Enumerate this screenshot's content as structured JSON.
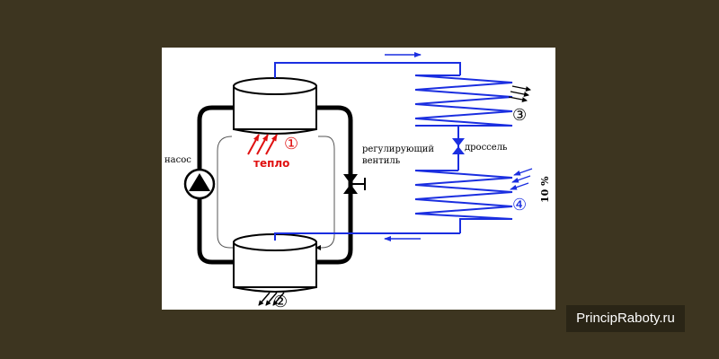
{
  "labels": {
    "pump": "насос",
    "heat": "тепло",
    "valve_line1": "регулирующий",
    "valve_line2": "вентиль",
    "throttle": "дроссель",
    "percent": "10 %"
  },
  "markers": {
    "m1": "①",
    "m2": "②",
    "m3": "③",
    "m4": "④"
  },
  "watermark": "PrincipRaboty.ru",
  "colors": {
    "background": "#3d3520",
    "panel": "#ffffff",
    "loop": "#000000",
    "coil": "#1a2ee0",
    "heat": "#e01010",
    "watermark_bg": "#2a2516"
  }
}
